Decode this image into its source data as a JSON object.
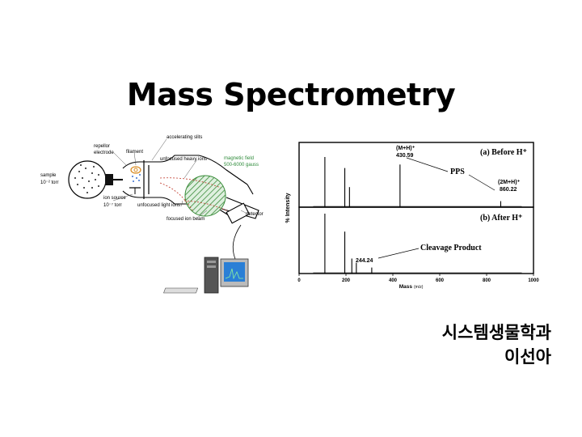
{
  "slide": {
    "title": "Mass Spectrometry",
    "author_line1": "시스템생물학과",
    "author_line2": "이선아"
  },
  "diagram": {
    "labels": {
      "accelerating_slits": "accelerating slits",
      "repellor_electrode_1": "repellor",
      "repellor_electrode_2": "electrode",
      "filament": "filament",
      "unfocused_heavy_ions": "unfocused heavy ions",
      "magnetic_field_1": "magnetic field",
      "magnetic_field_2": "500-6000 gauss",
      "sample_1": "sample",
      "sample_2": "10⁻² torr",
      "ion_source_1": "ion source",
      "ion_source_2": "10⁻⁷ torr",
      "unfocused_light_ions": "unfocused light ions",
      "detector": "detector",
      "focused_ion_beam": "focused ion beam"
    }
  },
  "spectrum": {
    "ylabel": "% Intensity",
    "xlabel": "Mass",
    "xlabel_unit": "(m/z)",
    "x_ticks": [
      "0",
      "200",
      "400",
      "600",
      "800",
      "1000"
    ],
    "panel_a_label": "(a) Before H⁺",
    "panel_b_label": "(b) After H⁺",
    "pps_label": "PPS",
    "mh_label": "(M+H)⁺",
    "mh_value": "430.59",
    "m2h_label": "(2M+H)⁺",
    "m2h_value": "860.22",
    "cleavage_label": "Cleavage Product",
    "cleavage_value": "244.24"
  },
  "chart_data": [
    {
      "type": "line",
      "title": "(a) Before H⁺",
      "xlabel": "Mass (m/z)",
      "ylabel": "% Intensity",
      "xlim": [
        0,
        1000
      ],
      "ylim": [
        0,
        100
      ],
      "peaks": [
        {
          "x": 110,
          "y": 100
        },
        {
          "x": 195,
          "y": 78
        },
        {
          "x": 215,
          "y": 40
        },
        {
          "x": 430.59,
          "y": 85,
          "label": "(M+H)⁺ 430.59"
        },
        {
          "x": 860.22,
          "y": 12,
          "label": "(2M+H)⁺ 860.22"
        }
      ]
    },
    {
      "type": "line",
      "title": "(b) After H⁺",
      "xlabel": "Mass (m/z)",
      "ylabel": "% Intensity",
      "xlim": [
        0,
        1000
      ],
      "ylim": [
        0,
        100
      ],
      "peaks": [
        {
          "x": 110,
          "y": 100
        },
        {
          "x": 195,
          "y": 70
        },
        {
          "x": 225,
          "y": 25
        },
        {
          "x": 244.24,
          "y": 18,
          "label": "Cleavage Product 244.24"
        },
        {
          "x": 310,
          "y": 10
        }
      ]
    }
  ]
}
